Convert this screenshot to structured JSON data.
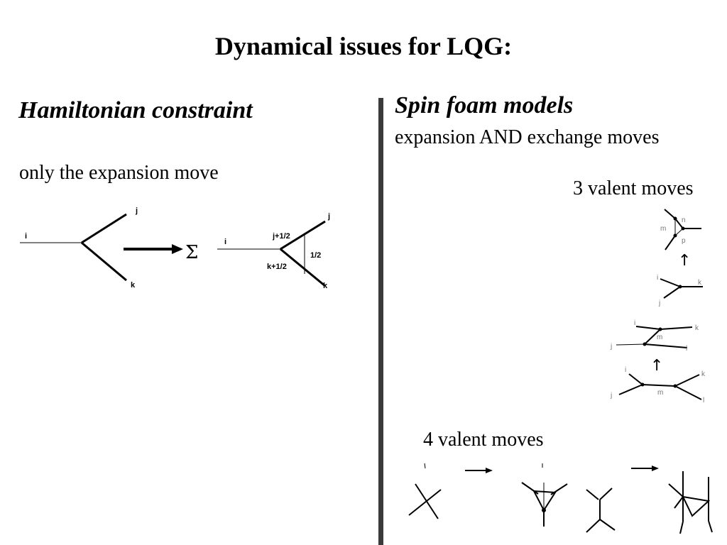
{
  "slide": {
    "title": "Dynamical issues for LQG:"
  },
  "left": {
    "heading": "Hamiltonian constraint",
    "subtitle": "only the expansion move",
    "diagram": {
      "before": {
        "in": "i",
        "top": "j",
        "bottom": "k"
      },
      "sum_symbol": "Σ",
      "after": {
        "in": "i",
        "top": "j",
        "bottom": "k",
        "edge_top": "j+1/2",
        "edge_bottom": "k+1/2",
        "loop": "1/2"
      }
    }
  },
  "right": {
    "heading": "Spin foam models",
    "subtitle": "expansion AND exchange moves",
    "three_valent_label": "3 valent moves",
    "four_valent_label": "4 valent moves",
    "three_valent_diagrams": {
      "d1": {
        "a": "m",
        "b": "n",
        "c": "p"
      },
      "d2": {
        "a": "i",
        "b": "j",
        "c": "k"
      },
      "d3": {
        "a": "i",
        "b": "k",
        "c": "j",
        "d": "l",
        "e": "m"
      },
      "d4": {
        "a": "i",
        "b": "k",
        "c": "j",
        "d": "l",
        "e": "m"
      },
      "arrow": "↑"
    }
  }
}
